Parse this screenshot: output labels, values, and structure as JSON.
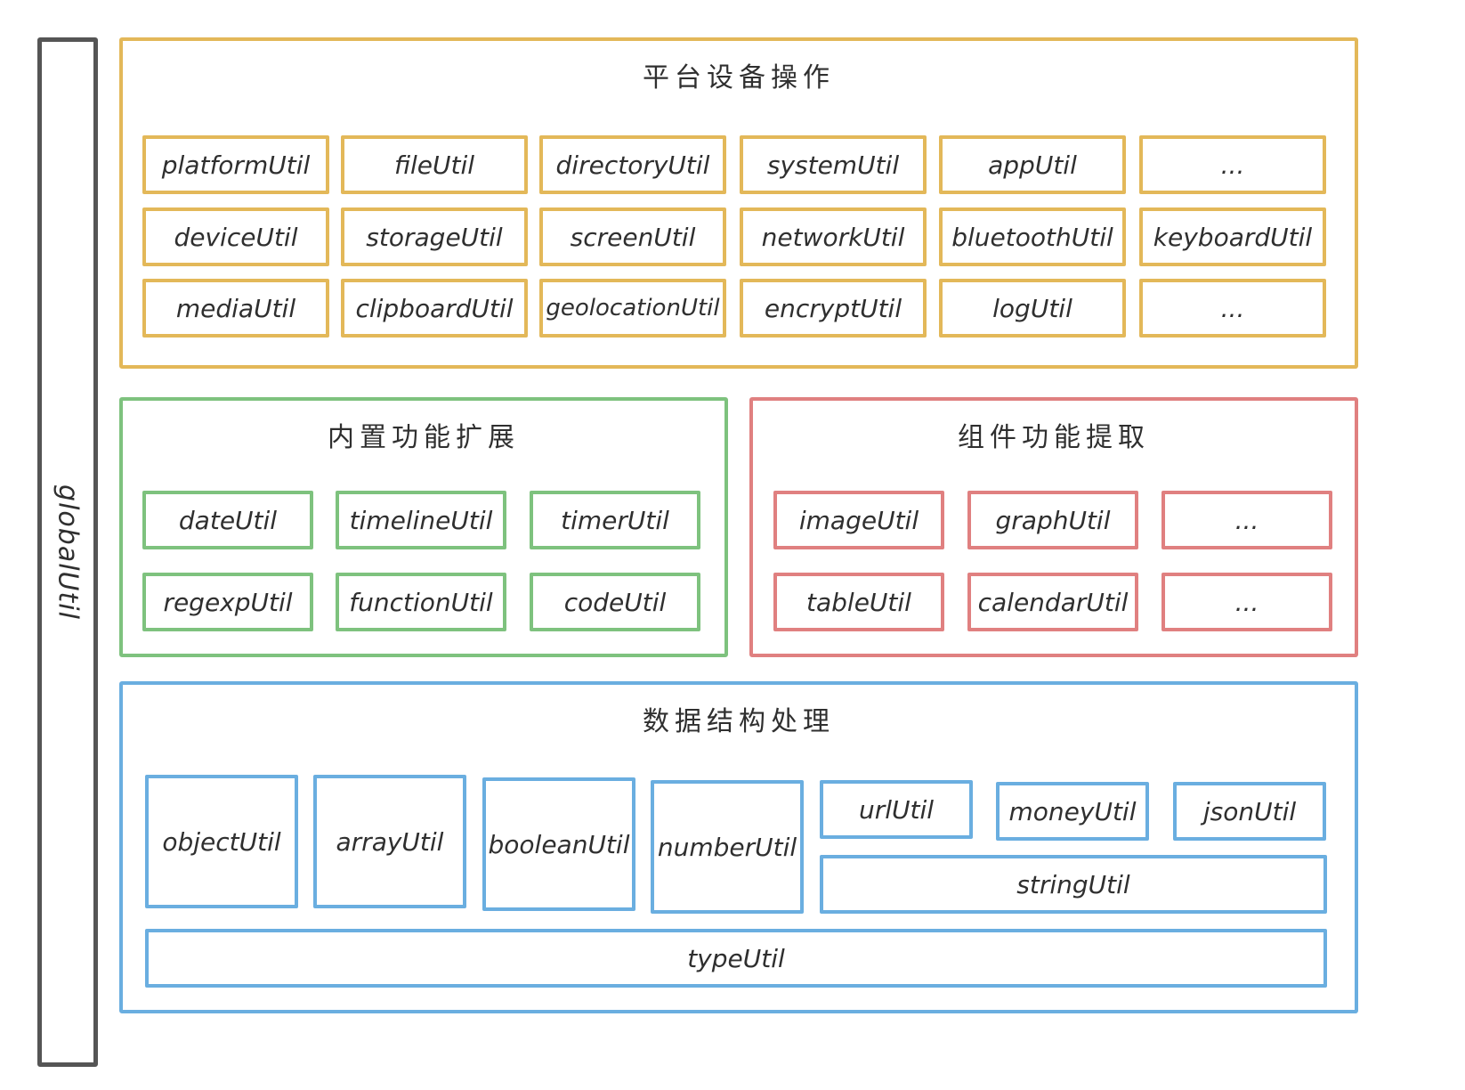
{
  "global": {
    "label": "globalUtil"
  },
  "platform": {
    "title": "平台设备操作",
    "rows": [
      [
        "platformUtil",
        "fileUtil",
        "directoryUtil",
        "systemUtil",
        "appUtil",
        "..."
      ],
      [
        "deviceUtil",
        "storageUtil",
        "screenUtil",
        "networkUtil",
        "bluetoothUtil",
        "keyboardUtil"
      ],
      [
        "mediaUtil",
        "clipboardUtil",
        "geolocationUtil",
        "encryptUtil",
        "logUtil",
        "..."
      ]
    ]
  },
  "builtin": {
    "title": "内置功能扩展",
    "rows": [
      [
        "dateUtil",
        "timelineUtil",
        "timerUtil"
      ],
      [
        "regexpUtil",
        "functionUtil",
        "codeUtil"
      ]
    ]
  },
  "component": {
    "title": "组件功能提取",
    "rows": [
      [
        "imageUtil",
        "graphUtil",
        "..."
      ],
      [
        "tableUtil",
        "calendarUtil",
        "..."
      ]
    ]
  },
  "datastruct": {
    "title": "数据结构处理",
    "tall": [
      "objectUtil",
      "arrayUtil",
      "booleanUtil",
      "numberUtil"
    ],
    "small": [
      "urlUtil",
      "moneyUtil",
      "jsonUtil"
    ],
    "string": "stringUtil",
    "type": "typeUtil"
  },
  "colors": {
    "yellow": "#e3b859",
    "green": "#7ec27e",
    "red": "#e08080",
    "blue": "#6aaee0",
    "frame": "#555555"
  }
}
